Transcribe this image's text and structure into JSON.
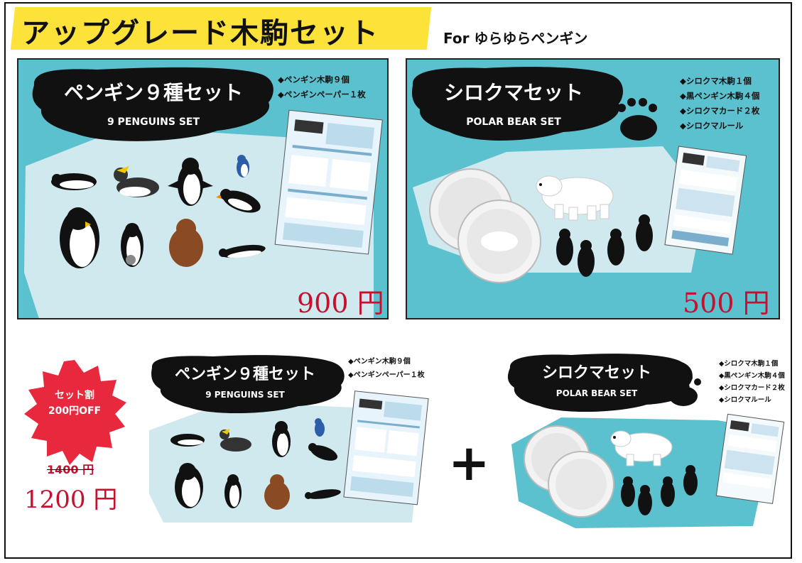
{
  "header": {
    "title": "アップグレード木駒セット",
    "subtitle": "For ゆらゆらペンギン"
  },
  "penguin_set": {
    "title_jp": "ペンギン９種セット",
    "title_en": "9 PENGUINS SET",
    "items": [
      "◆ペンギン木駒９個",
      "◆ペンギンペーパー１枚"
    ],
    "price": "900 円"
  },
  "polar_set": {
    "title_jp": "シロクマセット",
    "title_en": "POLAR BEAR SET",
    "items": [
      "◆シロクマ木駒１個",
      "◆黒ペンギン木駒４個",
      "◆シロクマカード２枚",
      "◆シロクマルール"
    ],
    "price": "500 円"
  },
  "combo": {
    "badge_line1": "セット割",
    "badge_line2": "200円OFF",
    "old_price": "1400 円",
    "new_price": "1200 円",
    "plus": "+"
  },
  "colors": {
    "accent": "#fde23a",
    "panel": "#5cc1cf",
    "ice": "#cfe9ee",
    "price": "#c8102e",
    "badge": "#e8283c"
  }
}
